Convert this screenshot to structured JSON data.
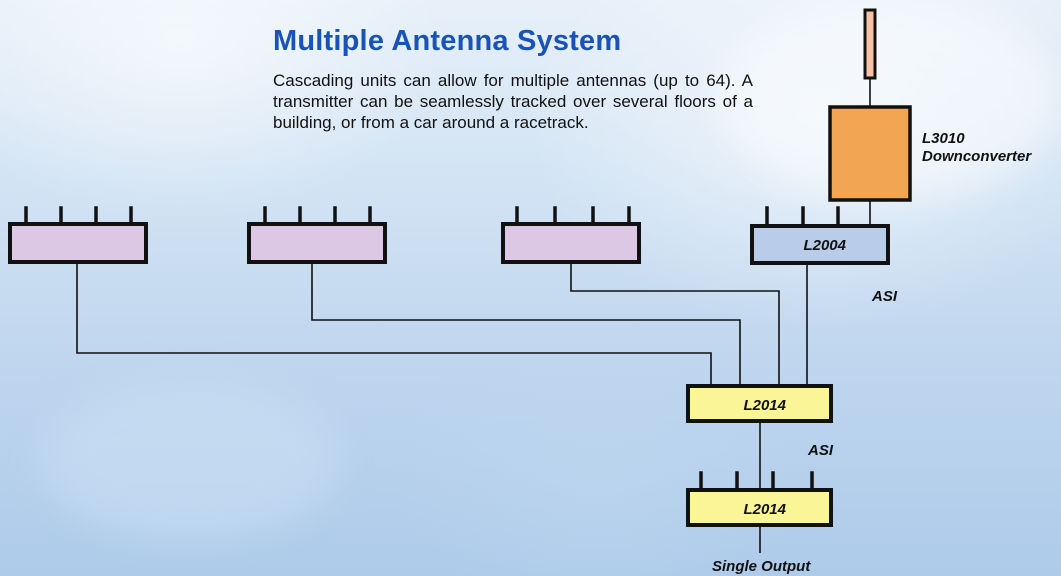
{
  "header": {
    "title": "Multiple Antenna System",
    "description": "Cascading units can allow for multiple antennas (up to 64). A transmitter can be seamlessly tracked over several floors of a building, or from a car around a racetrack."
  },
  "diagram": {
    "downconverter_label_line1": "L3010",
    "downconverter_label_line2": "Downconverter",
    "unit_l2004_label": "L2004",
    "asi_label_upper": "ASI",
    "unit_l2014_upper_label": "L2014",
    "asi_label_lower": "ASI",
    "unit_l2014_lower_label": "L2014",
    "output_label": "Single Output"
  },
  "colors": {
    "title": "#1a53b8",
    "receiver_fill": "#dcc8e4",
    "l2004_fill": "#b9cdea",
    "l2014_fill": "#faf596",
    "downconverter_fill": "#f2a552",
    "antenna_fill": "#f8c2a6",
    "stroke": "#111111"
  }
}
